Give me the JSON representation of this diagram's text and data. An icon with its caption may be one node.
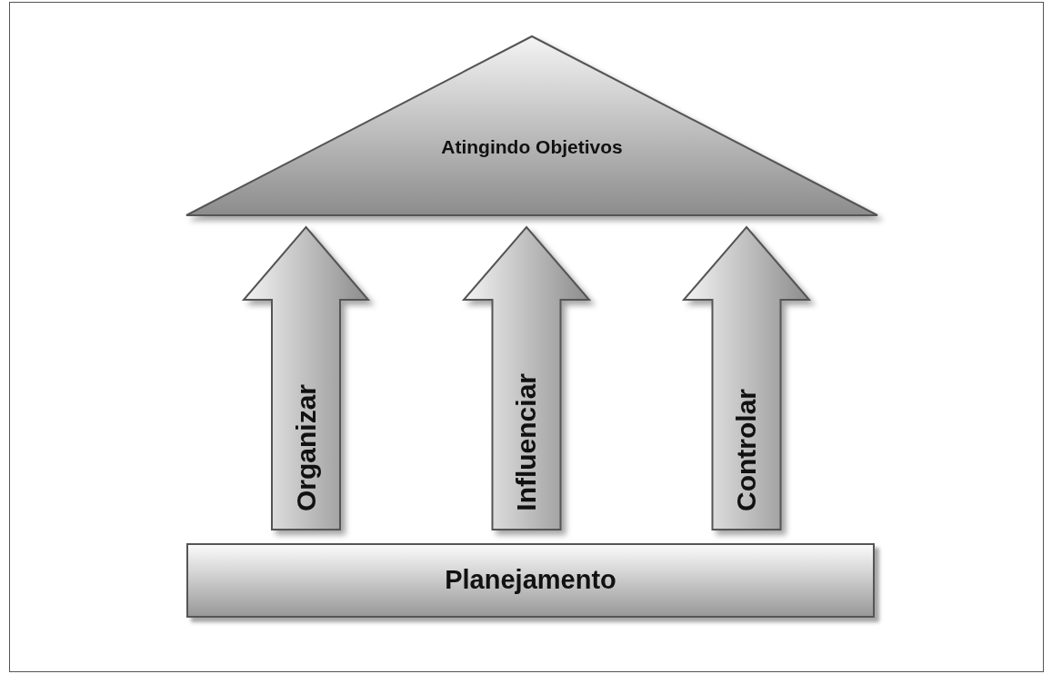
{
  "diagram": {
    "nodes": [
      {
        "text": [
          "Atingindo Objetivos"
        ]
      },
      {
        "text": [
          "Organizar"
        ]
      },
      {
        "text": [
          "Influenciar"
        ]
      },
      {
        "text": [
          "Controlar"
        ]
      },
      {
        "text": [
          "Planejamento"
        ]
      }
    ]
  }
}
